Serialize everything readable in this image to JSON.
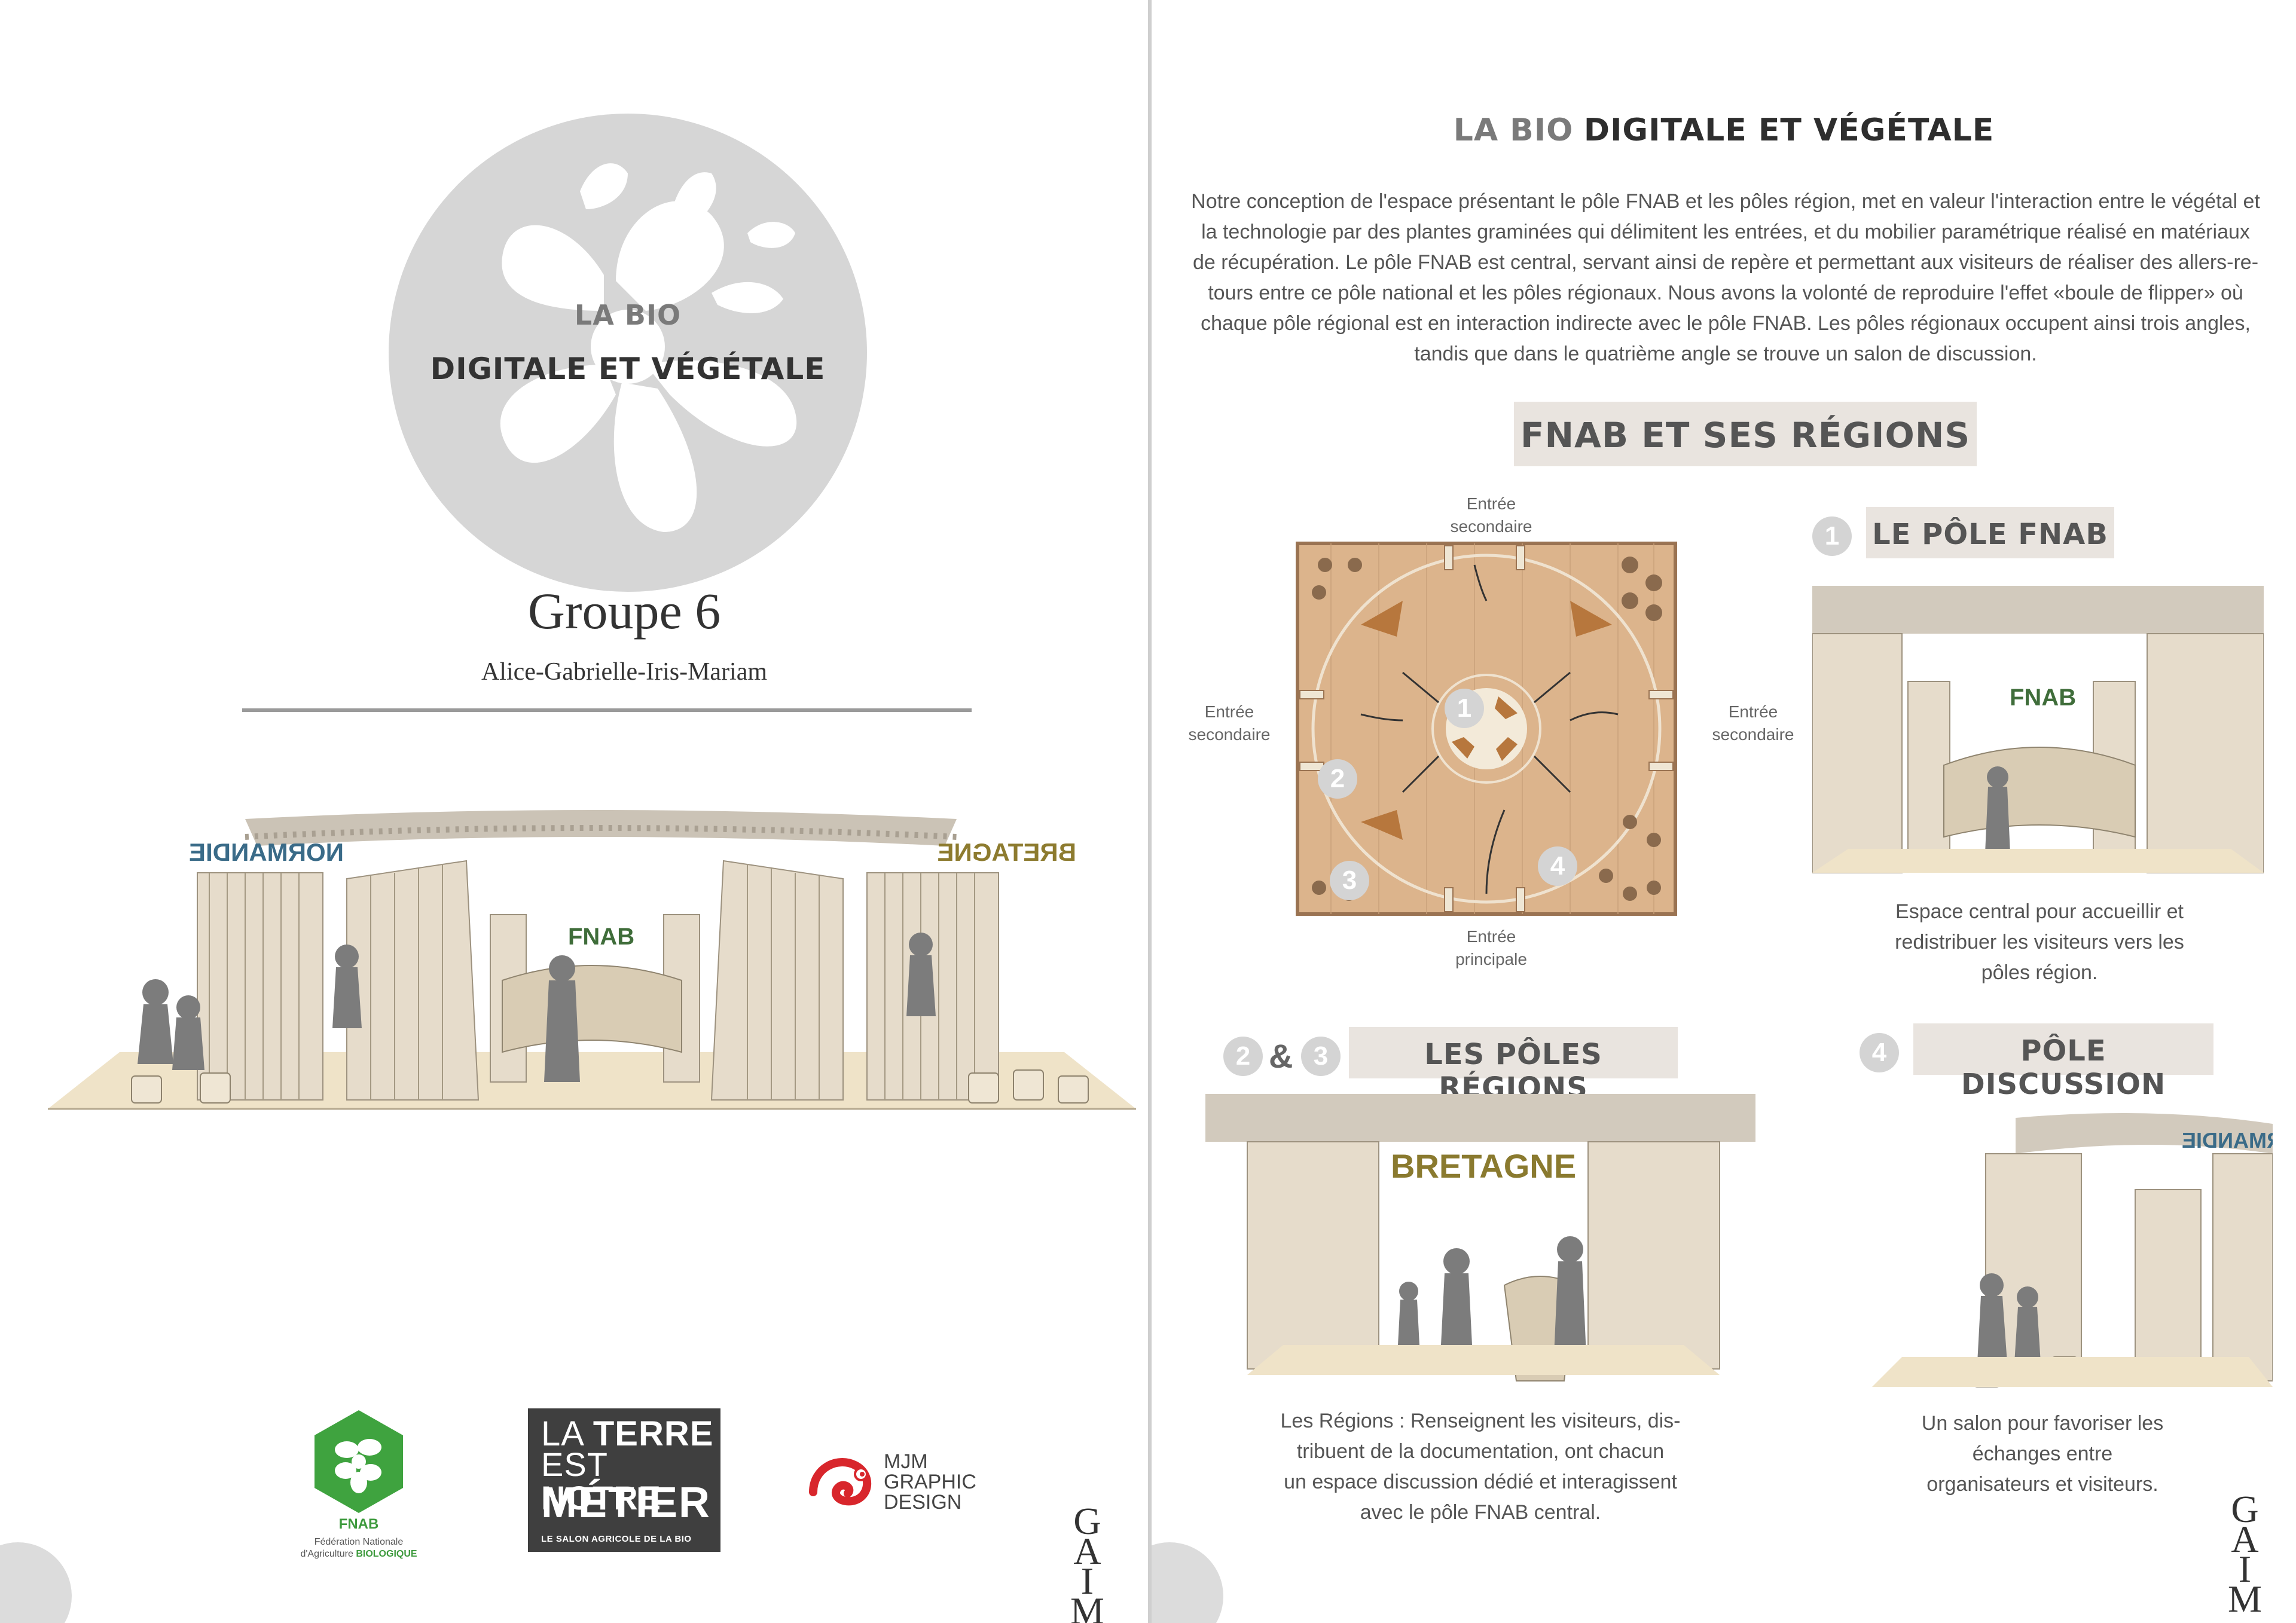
{
  "left_page": {
    "hero": {
      "line1": "LA BIO",
      "line2": "DIGITALE ET VÉGÉTALE"
    },
    "group_name": "Groupe 6",
    "members": "Alice-Gabrielle-Iris-Mariam",
    "sketch": {
      "sign_fnab": "FNAB",
      "sign_left": "NORMANDIE",
      "sign_right": "BRETAGNE"
    },
    "logos": {
      "fnab": {
        "name": "FNAB",
        "subtitle_1": "Fédération Nationale",
        "subtitle_2": "d'Agriculture",
        "subtitle_3": "BIOLOGIQUE"
      },
      "terre": {
        "line1_a": "LA",
        "line1_b": "TERRE",
        "line2_a": "EST",
        "line2_b": "NOTRE",
        "line3": "MÉTIER",
        "line4": "LE SALON AGRICOLE DE LA BIO"
      },
      "mjm": {
        "line1": "MJM",
        "line2": "GRAPHIC",
        "line3": "DESIGN"
      }
    },
    "monogram": [
      "G",
      "A",
      "I",
      "M"
    ]
  },
  "right_page": {
    "title_light": "LA BIO",
    "title_dark": "DIGITALE ET VÉGÉTALE",
    "intro_lines": [
      "Notre conception de l'espace présentant le pôle FNAB et les pôles région, met en valeur l'interaction entre le végétal et",
      "la technologie par des plantes graminées qui délimitent les entrées, et du mobilier paramétrique réalisé en matériaux",
      "de récupération. Le pôle FNAB est central, servant ainsi de repère et permettant aux visiteurs de réaliser des allers-re-",
      "tours entre ce pôle national et les pôles régionaux. Nous avons la volonté de reproduire l'effet «boule de flipper» où",
      "chaque pôle régional est en interaction indirecte avec le pôle FNAB. Les pôles régionaux occupent ainsi trois angles,",
      "tandis que dans le quatrième angle se trouve un salon de discussion."
    ],
    "section_title": "FNAB ET SES RÉGIONS",
    "plan": {
      "top_label_1": "Entrée",
      "top_label_2": "secondaire",
      "left_label_1": "Entrée",
      "left_label_2": "secondaire",
      "right_label_1": "Entrée",
      "right_label_2": "secondaire",
      "bottom_label_1": "Entrée",
      "bottom_label_2": "principale",
      "numbers": [
        "1",
        "2",
        "3",
        "4"
      ]
    },
    "pole_fnab": {
      "number": "1",
      "title": "LE PÔLE FNAB",
      "sign": "FNAB",
      "caption_lines": [
        "Espace central pour accueillir et",
        "redistribuer les visiteurs vers les",
        "pôles région."
      ]
    },
    "poles_regions": {
      "number_a": "2",
      "amp": "&",
      "number_b": "3",
      "title": "LES PÔLES RÉGIONS",
      "sign": "BRETAGNE",
      "caption_lines": [
        "Les Régions : Renseignent les visiteurs, dis-",
        "tribuent de la documentation, ont chacun",
        "un espace discussion dédié et interagissent",
        "avec le pôle FNAB central."
      ]
    },
    "pole_discussion": {
      "number": "4",
      "title": "PÔLE DISCUSSION",
      "sign": "NORMANDIE",
      "caption_lines": [
        "Un salon pour favoriser les",
        "échanges entre",
        "organisateurs et visiteurs."
      ]
    },
    "monogram": [
      "G",
      "A",
      "I",
      "M"
    ]
  }
}
